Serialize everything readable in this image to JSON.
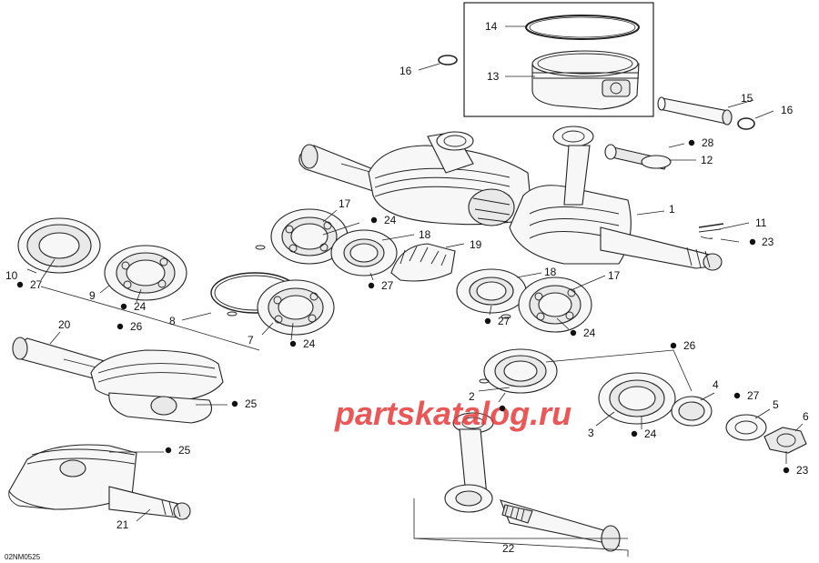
{
  "diagram": {
    "code": "02NM0525",
    "watermark": "partskatalog.ru",
    "callouts": [
      {
        "id": "c14",
        "text": "14"
      },
      {
        "id": "c16a",
        "text": "16"
      },
      {
        "id": "c13",
        "text": "13"
      },
      {
        "id": "c15",
        "text": "15"
      },
      {
        "id": "c16b",
        "text": "16"
      },
      {
        "id": "c28",
        "text": "28"
      },
      {
        "id": "c12",
        "text": "12"
      },
      {
        "id": "c1",
        "text": "1"
      },
      {
        "id": "c11",
        "text": "11"
      },
      {
        "id": "c23a",
        "text": "23"
      },
      {
        "id": "c17a",
        "text": "17"
      },
      {
        "id": "c24a",
        "text": "24"
      },
      {
        "id": "c18a",
        "text": "18"
      },
      {
        "id": "c19",
        "text": "19"
      },
      {
        "id": "c27a",
        "text": "27"
      },
      {
        "id": "c18b",
        "text": "18"
      },
      {
        "id": "c17b",
        "text": "17"
      },
      {
        "id": "c27b",
        "text": "27"
      },
      {
        "id": "c24b",
        "text": "24"
      },
      {
        "id": "c10",
        "text": "10"
      },
      {
        "id": "c27c",
        "text": "27"
      },
      {
        "id": "c9",
        "text": "9"
      },
      {
        "id": "c24c",
        "text": "24"
      },
      {
        "id": "c26a",
        "text": "26"
      },
      {
        "id": "c8",
        "text": "8"
      },
      {
        "id": "c7",
        "text": "7"
      },
      {
        "id": "c24d",
        "text": "24"
      },
      {
        "id": "c20",
        "text": "20"
      },
      {
        "id": "c25a",
        "text": "25"
      },
      {
        "id": "c26b",
        "text": "26"
      },
      {
        "id": "c4",
        "text": "4"
      },
      {
        "id": "c27d",
        "text": "27"
      },
      {
        "id": "c5",
        "text": "5"
      },
      {
        "id": "c2",
        "text": "2"
      },
      {
        "id": "c6",
        "text": "6"
      },
      {
        "id": "c3",
        "text": "3"
      },
      {
        "id": "c24e",
        "text": "24"
      },
      {
        "id": "c23b",
        "text": "23"
      },
      {
        "id": "c25b",
        "text": "25"
      },
      {
        "id": "c21",
        "text": "21"
      },
      {
        "id": "c22",
        "text": "22"
      }
    ]
  }
}
